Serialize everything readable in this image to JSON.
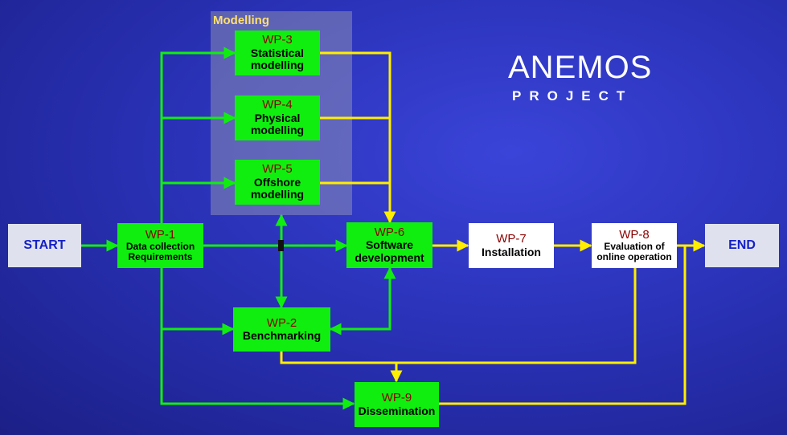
{
  "title": "ANEMOS",
  "subtitle": "PROJECT",
  "group_label": "Modelling",
  "start": "START",
  "end": "END",
  "wp1": {
    "id": "WP-1",
    "line1": "Data collection",
    "line2": "Requirements"
  },
  "wp2": {
    "id": "WP-2",
    "line1": "Benchmarking"
  },
  "wp3": {
    "id": "WP-3",
    "line1": "Statistical",
    "line2": "modelling"
  },
  "wp4": {
    "id": "WP-4",
    "line1": "Physical",
    "line2": "modelling"
  },
  "wp5": {
    "id": "WP-5",
    "line1": "Offshore",
    "line2": "modelling"
  },
  "wp6": {
    "id": "WP-6",
    "line1": "Software",
    "line2": "development"
  },
  "wp7": {
    "id": "WP-7",
    "line1": "Installation"
  },
  "wp8": {
    "id": "WP-8",
    "line1": "Evaluation of",
    "line2": "online operation"
  },
  "wp9": {
    "id": "WP-9",
    "line1": "Dissemination"
  },
  "colors": {
    "green": "#10ee10",
    "yellow": "#ffee00",
    "wp_id": "#8b0000",
    "terminal_text": "#1520c8",
    "group_label": "#ffe070"
  }
}
